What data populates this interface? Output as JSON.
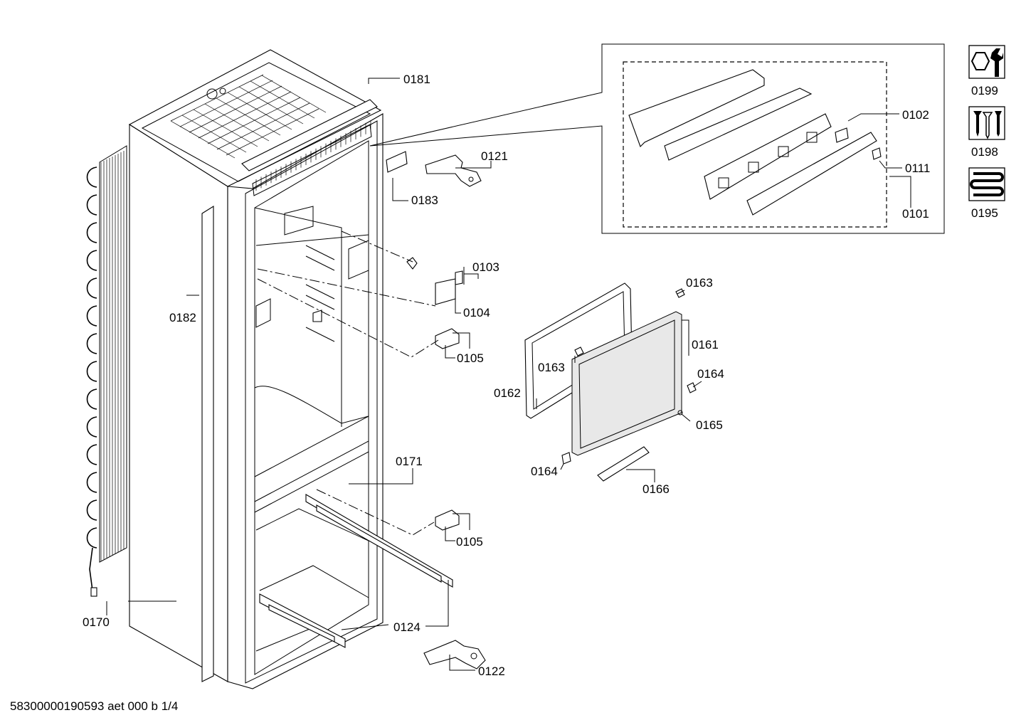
{
  "callouts": {
    "c0181": "0181",
    "c0121": "0121",
    "c0183": "0183",
    "c0182": "0182",
    "c0102": "0102",
    "c0111": "0111",
    "c0101": "0101",
    "c0103": "0103",
    "c0104": "0104",
    "c0105a": "0105",
    "c0163a": "0163",
    "c0161": "0161",
    "c0163b": "0163",
    "c0164a": "0164",
    "c0162": "0162",
    "c0165": "0165",
    "c0164b": "0164",
    "c0166": "0166",
    "c0171": "0171",
    "c0105b": "0105",
    "c0170": "0170",
    "c0124": "0124",
    "c0122": "0122"
  },
  "icons": [
    {
      "code": "0199",
      "icon": "wrench-nut-icon"
    },
    {
      "code": "0198",
      "icon": "screws-icon"
    },
    {
      "code": "0195",
      "icon": "heating-coil-icon"
    }
  ],
  "footer": "58300000190593 aet 000 b 1/4"
}
